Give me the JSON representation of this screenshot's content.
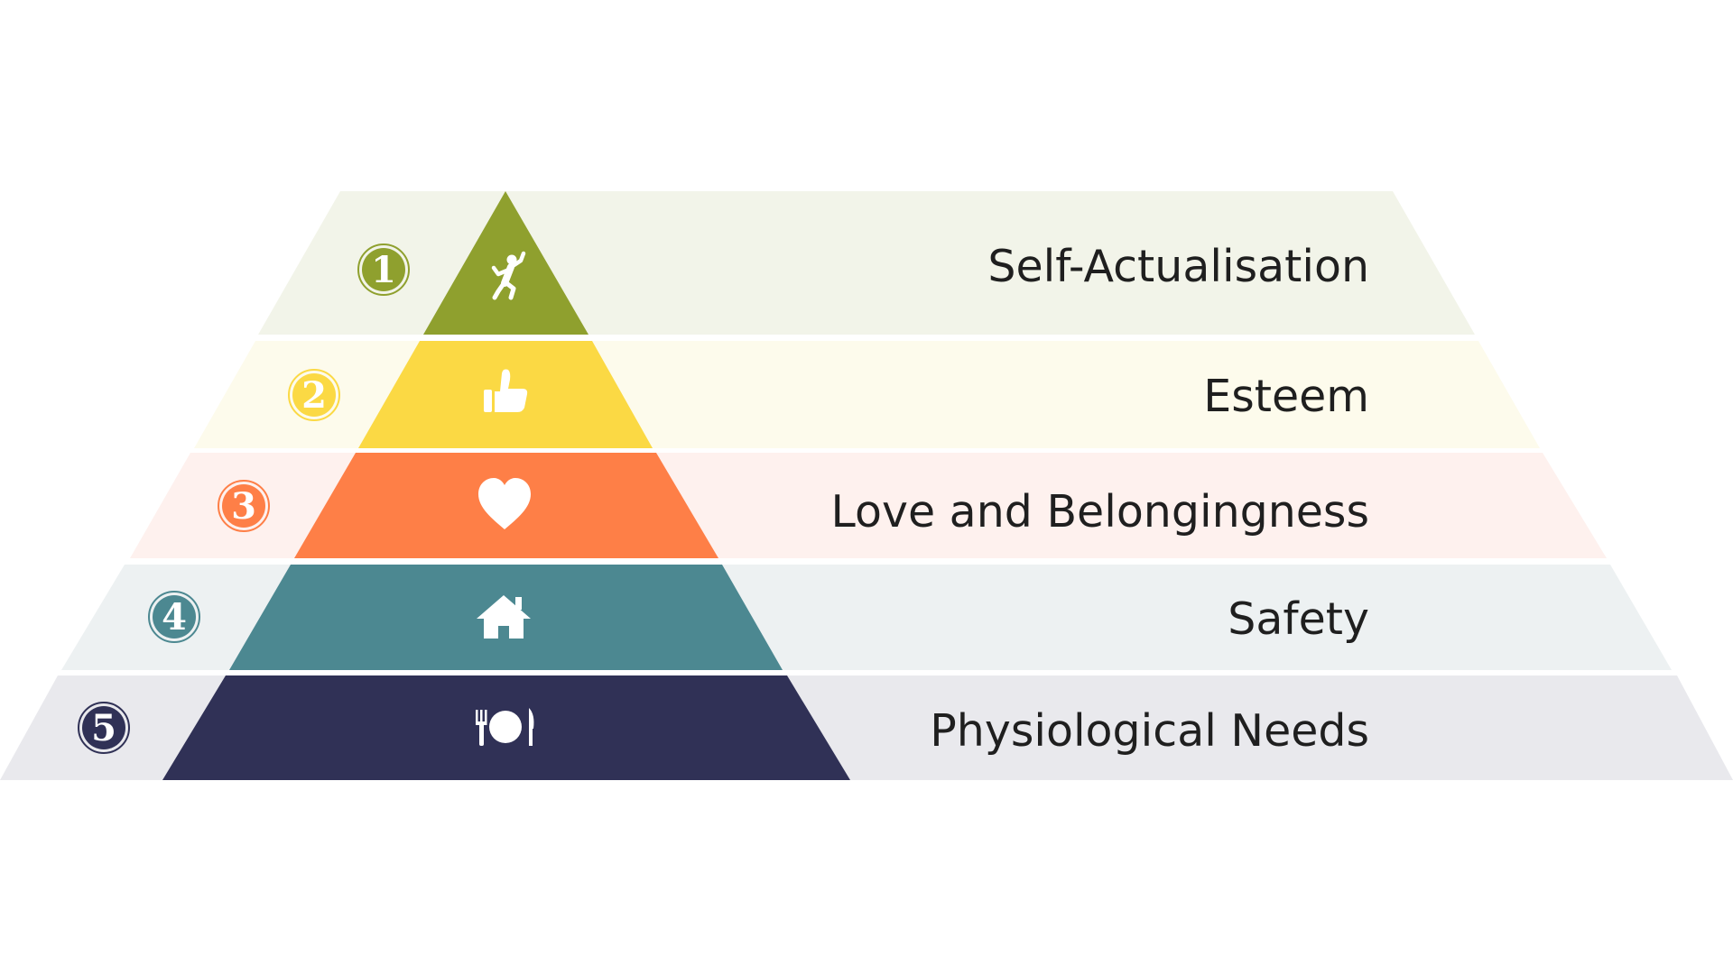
{
  "diagram": {
    "type": "hierarchy-pyramid",
    "levels": [
      {
        "number": "1",
        "label": "Self-Actualisation",
        "icon": "celebrating-person-icon",
        "color": "#8fa02e",
        "band_color": "#f2f4e9"
      },
      {
        "number": "2",
        "label": "Esteem",
        "icon": "thumbs-up-icon",
        "color": "#fbd944",
        "band_color": "#fdfbec"
      },
      {
        "number": "3",
        "label": "Love and Belongingness",
        "icon": "heart-icon",
        "color": "#fe7f47",
        "band_color": "#fef1ee"
      },
      {
        "number": "4",
        "label": "Safety",
        "icon": "house-icon",
        "color": "#4c8891",
        "band_color": "#edf1f2"
      },
      {
        "number": "5",
        "label": "Physiological Needs",
        "icon": "plate-and-cutlery-icon",
        "color": "#303156",
        "band_color": "#e9e9ed"
      }
    ]
  }
}
